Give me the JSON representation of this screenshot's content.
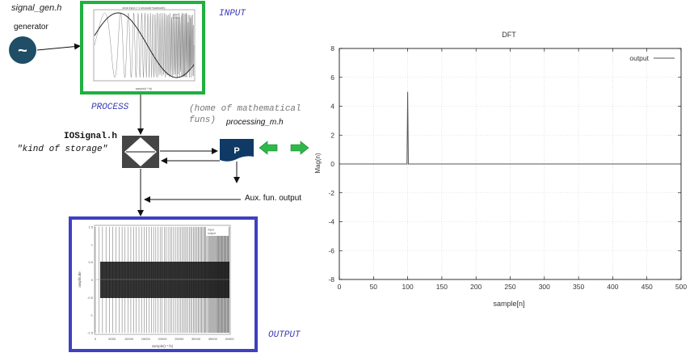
{
  "labels": {
    "signal_gen": "signal_gen.h",
    "generator": "generator",
    "generator_symbol": "~",
    "input": "INPUT",
    "process": "PROCESS",
    "home_math_line1": "(home of mathematical",
    "home_math_line2": "funs)",
    "processing": "processing_m.h",
    "iosignal": "IOSignal.h",
    "kind_storage": "\"kind of storage\"",
    "processor_letter": "P",
    "aux_output": "Aux. fun. output",
    "output": "OUTPUT"
  },
  "colors": {
    "input_frame": "#20b040",
    "output_frame": "#4040c0",
    "generator_fill": "#1f4e66",
    "processor_fill": "#0f3a66",
    "storage_fill": "#454545",
    "arrow_green": "#2eb84a",
    "label_blue": "#3a3ab8",
    "dft_line": "#555555"
  },
  "input_thumb": {
    "title": "sinal input (~2 sinusoid+sawtooth)",
    "xlabel": "sample(t * fs)",
    "legend": [
      "sinal 1",
      "sinal 2"
    ]
  },
  "output_thumb": {
    "xlabel": "sample(t * fs)",
    "ylabel": "amplitude",
    "legend": [
      "input",
      "output"
    ],
    "xticks": [
      "0",
      "5000",
      "10000",
      "15000",
      "20000",
      "25000",
      "30000",
      "35000",
      "40000"
    ],
    "yticks": [
      "1.5",
      "1",
      "0.5",
      "0",
      "-0.5",
      "-1",
      "-1.5"
    ]
  },
  "chart_data": {
    "type": "line",
    "title": "DFT",
    "xlabel": "sample[n]",
    "ylabel": "Mag(n)",
    "xlim": [
      0,
      500
    ],
    "ylim": [
      -8,
      8
    ],
    "xticks": [
      0,
      50,
      100,
      150,
      200,
      250,
      300,
      350,
      400,
      450,
      500
    ],
    "yticks": [
      8,
      6,
      4,
      2,
      0,
      -2,
      -4,
      -6,
      -8
    ],
    "grid": true,
    "legend_position": "top-right",
    "series": [
      {
        "name": "output",
        "x": [
          0,
          99,
          100,
          101,
          500
        ],
        "y": [
          0,
          0,
          5,
          0,
          0
        ]
      }
    ]
  }
}
